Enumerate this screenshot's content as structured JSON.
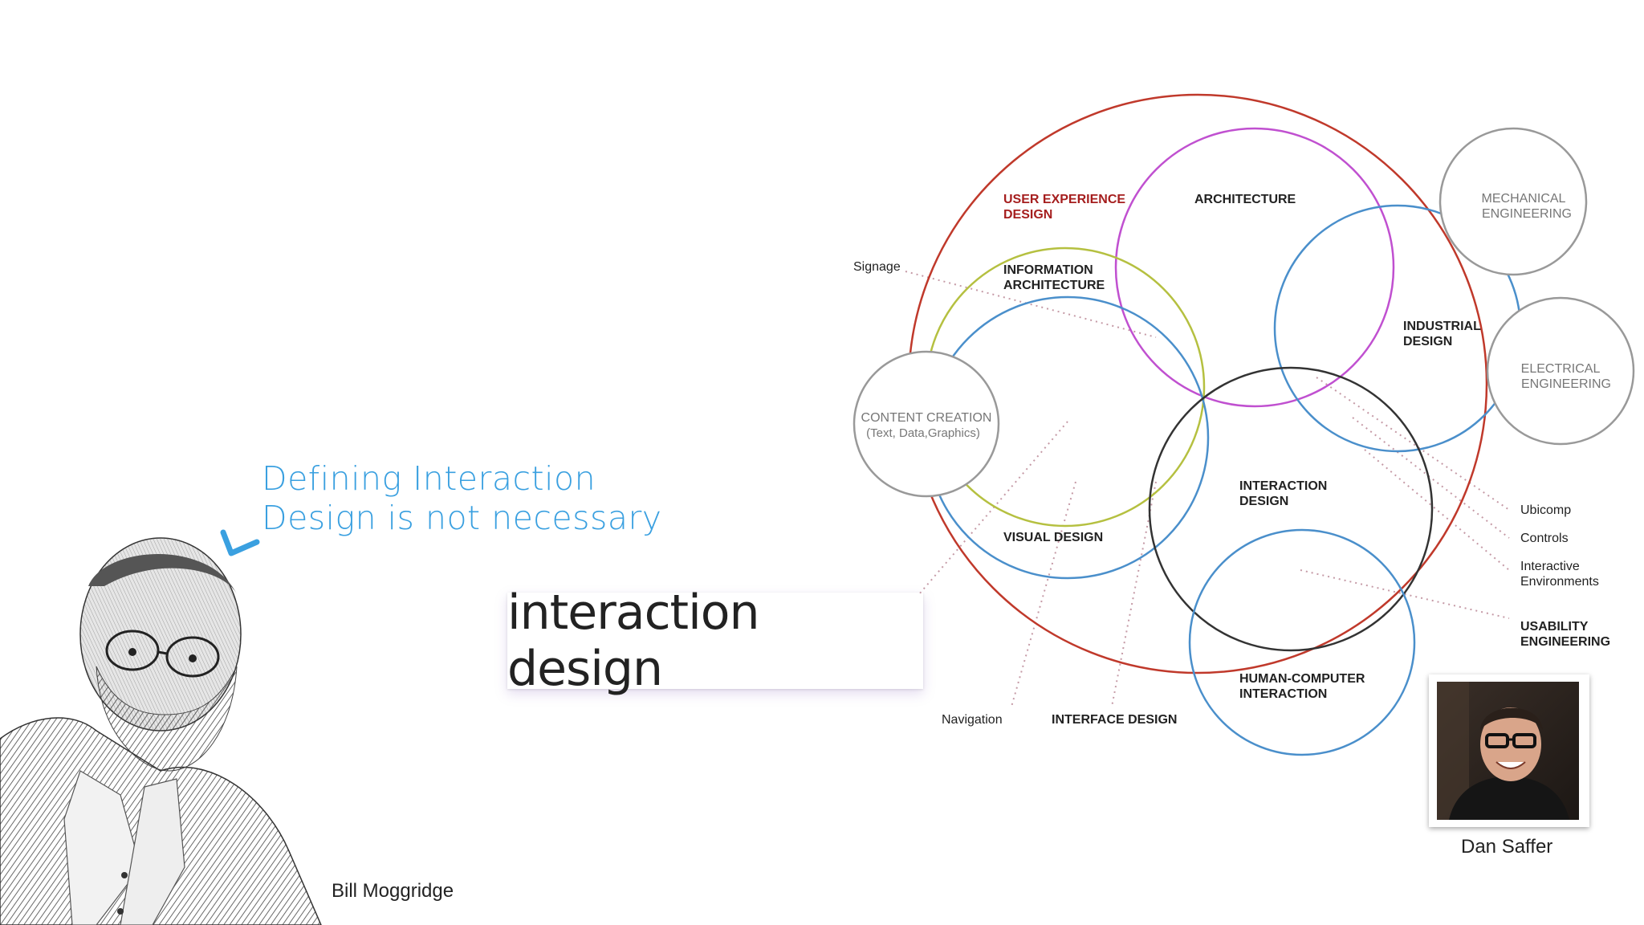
{
  "quote": {
    "line1": "Defining Interaction",
    "line2": "Design is not necessary",
    "color": "#3aa0e0"
  },
  "title_card": {
    "text": "interaction design"
  },
  "portraits": {
    "left_caption": "Bill Moggridge",
    "right_caption": "Dan Saffer"
  },
  "diagram": {
    "circles": [
      {
        "id": "ux",
        "label1": "USER EXPERIENCE",
        "label2": "DESIGN",
        "color": "#c0392b"
      },
      {
        "id": "architecture",
        "label1": "ARCHITECTURE",
        "label2": "",
        "color": "#c050d0"
      },
      {
        "id": "information-architecture",
        "label1": "INFORMATION",
        "label2": "ARCHITECTURE",
        "color": "#b5c040"
      },
      {
        "id": "industrial-design",
        "label1": "INDUSTRIAL",
        "label2": "DESIGN",
        "color": "#4a8fcb"
      },
      {
        "id": "visual-design",
        "label1": "VISUAL DESIGN",
        "label2": "",
        "color": "#4a8fcb"
      },
      {
        "id": "interaction-design",
        "label1": "INTERACTION",
        "label2": "DESIGN",
        "color": "#333333"
      },
      {
        "id": "hci",
        "label1": "HUMAN-COMPUTER",
        "label2": "INTERACTION",
        "color": "#4a8fcb"
      },
      {
        "id": "content-creation",
        "label1": "CONTENT CREATION",
        "label2": "(Text, Data,Graphics)",
        "color": "#888888"
      },
      {
        "id": "mechanical",
        "label1": "MECHANICAL",
        "label2": "ENGINEERING",
        "color": "#888888"
      },
      {
        "id": "electrical",
        "label1": "ELECTRICAL",
        "label2": "ENGINEERING",
        "color": "#888888"
      }
    ],
    "outer_labels": {
      "signage": "Signage",
      "navigation": "Navigation",
      "interface_design": "INTERFACE DESIGN",
      "ubicomp": "Ubicomp",
      "controls": "Controls",
      "interactive1": "Interactive",
      "interactive2": "Environments",
      "usability1": "USABILITY",
      "usability2": "ENGINEERING"
    }
  }
}
